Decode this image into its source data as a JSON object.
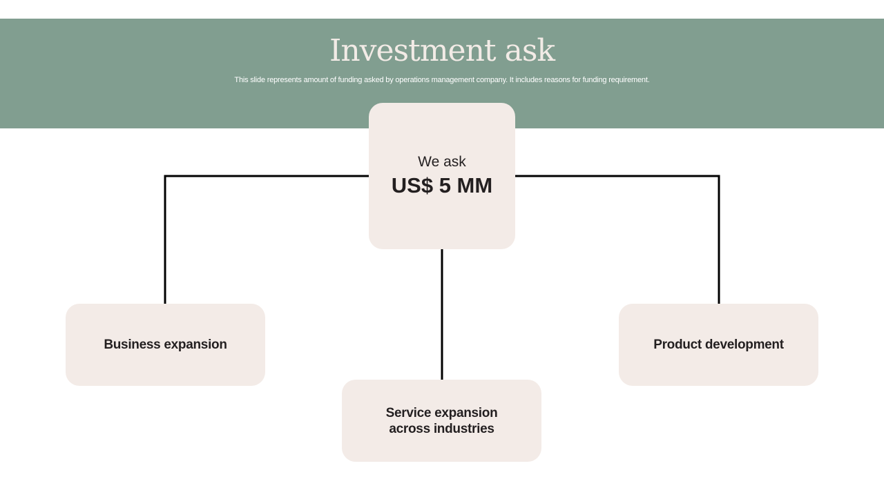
{
  "header": {
    "title": "Investment ask",
    "subtitle": "This slide represents amount of funding asked by operations management company. It includes reasons for funding requirement.",
    "band_color": "#819e90"
  },
  "center_box": {
    "label": "We ask",
    "amount": "US$ 5 MM"
  },
  "branches": {
    "left": "Business expansion",
    "bottom": "Service expansion\nacross industries",
    "right": "Product development"
  },
  "colors": {
    "box_fill": "#f3ebe7",
    "connector": "#000000",
    "text": "#231f20"
  }
}
